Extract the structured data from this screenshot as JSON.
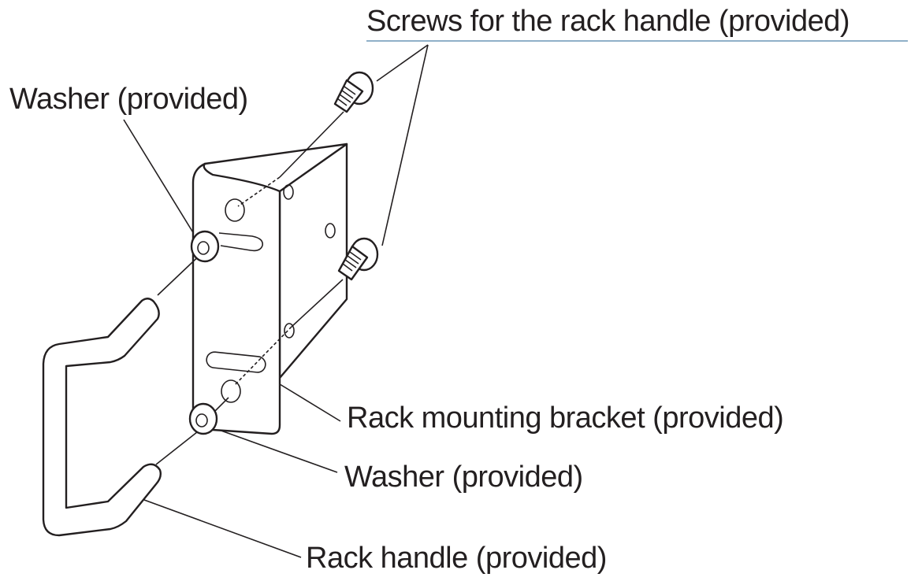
{
  "diagram": {
    "title": "Rack handle and rack mounting bracket assembly",
    "labels": {
      "screws": "Screws for the rack handle (provided)",
      "washer_top": "Washer (provided)",
      "bracket": "Rack mounting bracket (provided)",
      "washer_bottom": "Washer (provided)",
      "handle": "Rack handle (provided)"
    },
    "colors": {
      "ink": "#231f20",
      "underline": "#8fb0c8",
      "background": "#ffffff"
    }
  }
}
